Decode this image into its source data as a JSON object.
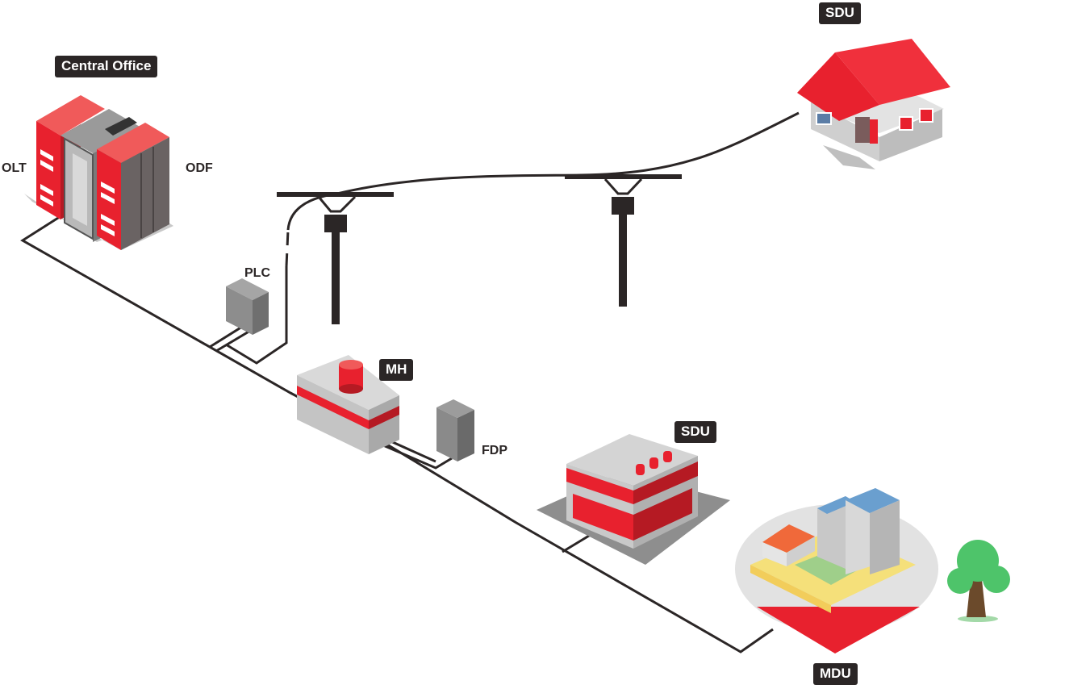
{
  "labels": {
    "central_office": "Central Office",
    "olt": "OLT",
    "odf": "ODF",
    "plc": "PLC",
    "mh": "MH",
    "fdp": "FDP",
    "sdu_house": "SDU",
    "sdu_building": "SDU",
    "mdu": "MDU"
  },
  "colors": {
    "accent_red": "#e8212e",
    "cable": "#2b2626",
    "box_gray": "#8a8a8a",
    "light_gray": "#d2d2d2",
    "blue": "#6a9fcf",
    "orange": "#f0693a",
    "tree_green": "#4ec46a",
    "trunk_brown": "#6b4a2b"
  }
}
